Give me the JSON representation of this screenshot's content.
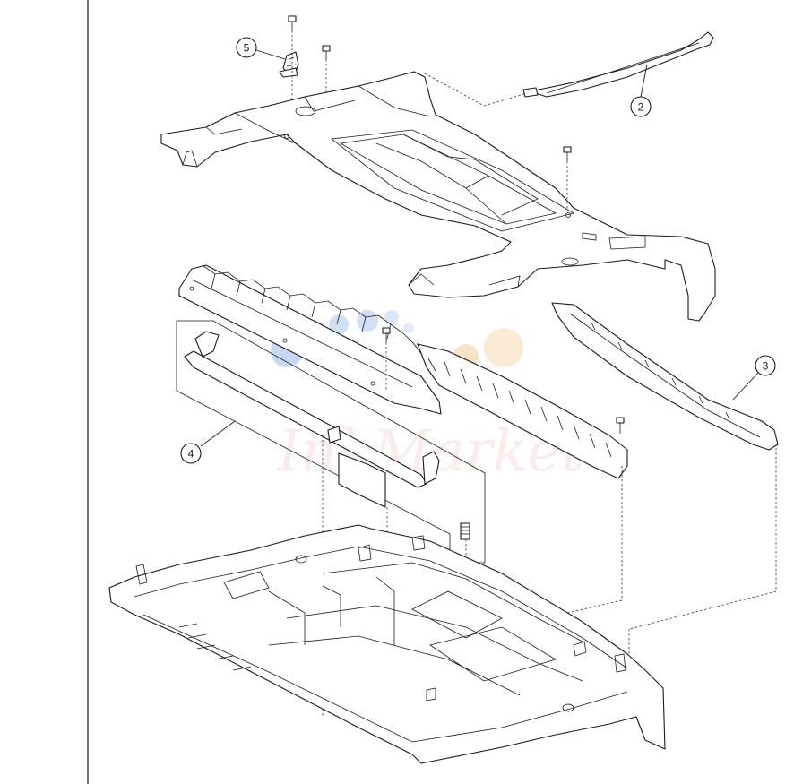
{
  "callouts": [
    {
      "id": "5",
      "label": "5"
    },
    {
      "id": "2",
      "label": "2"
    },
    {
      "id": "3",
      "label": "3"
    },
    {
      "id": "4",
      "label": "4"
    }
  ],
  "watermark": {
    "text": "InkMarket",
    "colors": [
      "#7aa6e6",
      "#f2b36b",
      "#e7a6a2"
    ]
  }
}
